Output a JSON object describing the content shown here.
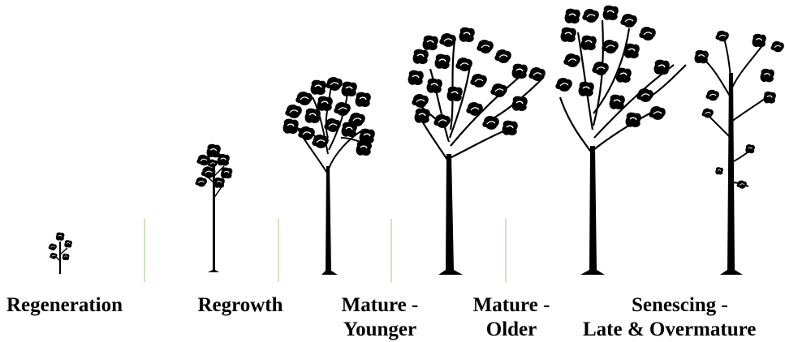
{
  "stages": [
    {
      "id": "regeneration",
      "lines": [
        "Regeneration"
      ]
    },
    {
      "id": "regrowth",
      "lines": [
        "Regrowth"
      ]
    },
    {
      "id": "mature-younger",
      "lines": [
        "Mature -",
        "Younger"
      ]
    },
    {
      "id": "mature-older",
      "lines": [
        "Mature -",
        "Older"
      ]
    },
    {
      "id": "senescing",
      "lines": [
        "Senescing -",
        "Late & Overmature"
      ]
    }
  ],
  "colors": {
    "ink": "#000000",
    "divider": "#cfe3c6"
  }
}
